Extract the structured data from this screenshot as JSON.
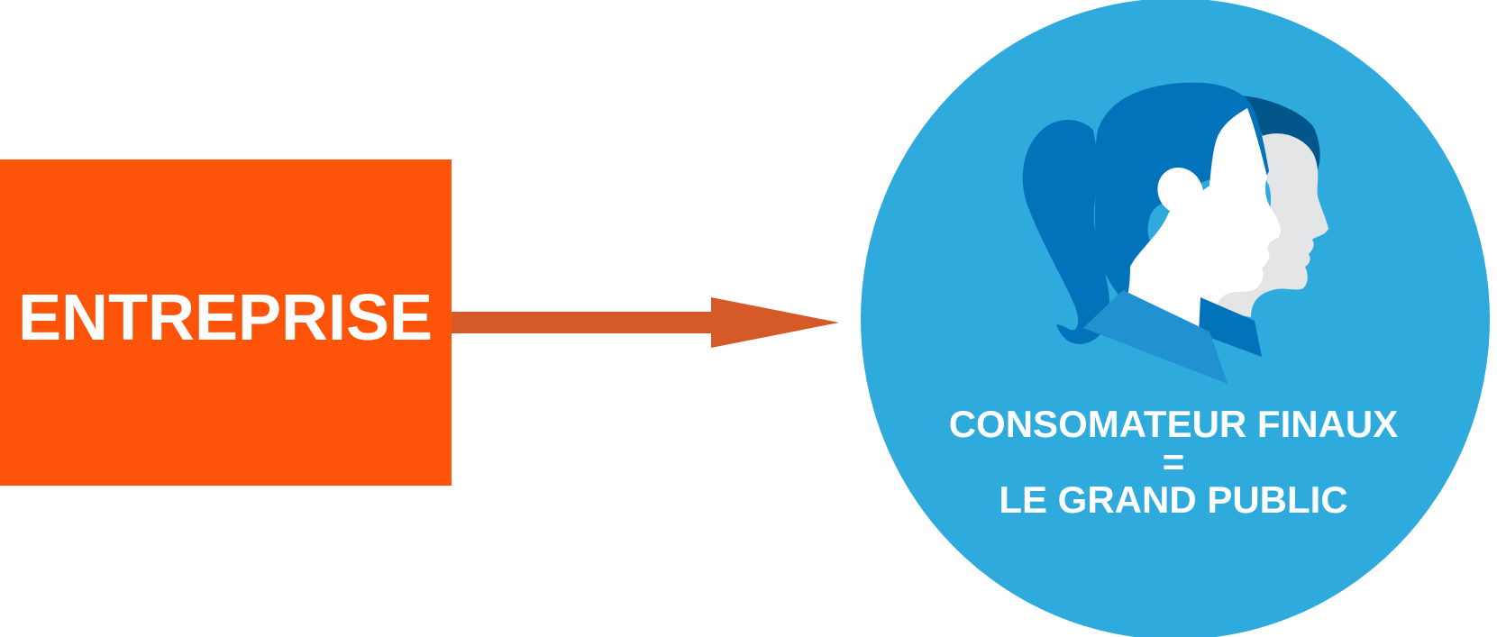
{
  "source_node": {
    "label": "ENTREPRISE"
  },
  "target_node": {
    "line1": "CONSOMATEUR FINAUX",
    "line2": "=",
    "line3": "LE GRAND PUBLIC",
    "icon": "consumer-heads-icon"
  },
  "colors": {
    "box_fill": "#fd5409",
    "arrow_fill": "#d65a27",
    "circle_fill": "#2eabdc",
    "head_dark": "#0273bb",
    "head_darker": "#03568a",
    "face_white": "#ffffff",
    "face_grey": "#e4e5e7",
    "collar": "#2192cf"
  }
}
